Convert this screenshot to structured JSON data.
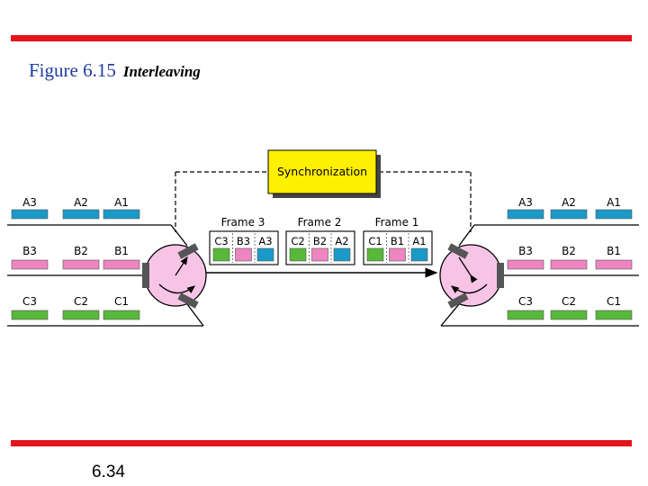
{
  "colors": {
    "rule_red": "#e3141b",
    "title_blue": "#1f3aa0",
    "unit_a": "#1a9ac9",
    "unit_b": "#ee85c0",
    "unit_c": "#58b83a",
    "sync_box": "#ffef00",
    "mux": "#f7c4e6"
  },
  "header": {
    "figure_number": "Figure 6.15",
    "figure_title": "Interleaving"
  },
  "footer": {
    "page_number": "6.34"
  },
  "diagram": {
    "sync_label": "Synchronization",
    "inputs": {
      "rows": [
        {
          "color": "unit_a",
          "labels": [
            "A3",
            "A2",
            "A1"
          ]
        },
        {
          "color": "unit_b",
          "labels": [
            "B3",
            "B2",
            "B1"
          ]
        },
        {
          "color": "unit_c",
          "labels": [
            "C3",
            "C2",
            "C1"
          ]
        }
      ]
    },
    "outputs": {
      "rows": [
        {
          "color": "unit_a",
          "labels": [
            "A3",
            "A2",
            "A1"
          ]
        },
        {
          "color": "unit_b",
          "labels": [
            "B3",
            "B2",
            "B1"
          ]
        },
        {
          "color": "unit_c",
          "labels": [
            "C3",
            "C2",
            "C1"
          ]
        }
      ]
    },
    "frames": [
      {
        "title": "Frame 3",
        "slots": [
          {
            "label": "C3",
            "color": "unit_c"
          },
          {
            "label": "B3",
            "color": "unit_b"
          },
          {
            "label": "A3",
            "color": "unit_a"
          }
        ]
      },
      {
        "title": "Frame 2",
        "slots": [
          {
            "label": "C2",
            "color": "unit_c"
          },
          {
            "label": "B2",
            "color": "unit_b"
          },
          {
            "label": "A2",
            "color": "unit_a"
          }
        ]
      },
      {
        "title": "Frame 1",
        "slots": [
          {
            "label": "C1",
            "color": "unit_c"
          },
          {
            "label": "B1",
            "color": "unit_b"
          },
          {
            "label": "A1",
            "color": "unit_a"
          }
        ]
      }
    ]
  }
}
